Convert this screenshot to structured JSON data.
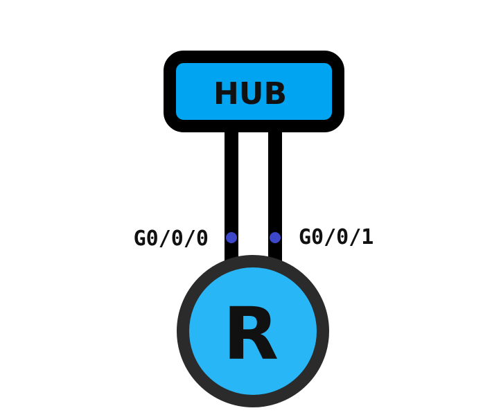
{
  "hub": {
    "label": "HUB",
    "fill_color": "#00a4f0",
    "border_color": "#000000"
  },
  "router": {
    "label": "R",
    "fill_color": "#29b6f6",
    "border_color": "#2b2b2b"
  },
  "links": [
    {
      "port_label": "G0/0/0",
      "color": "#000000"
    },
    {
      "port_label": "G0/0/1",
      "color": "#000000"
    }
  ],
  "port_dot_color": "#3d47c9"
}
